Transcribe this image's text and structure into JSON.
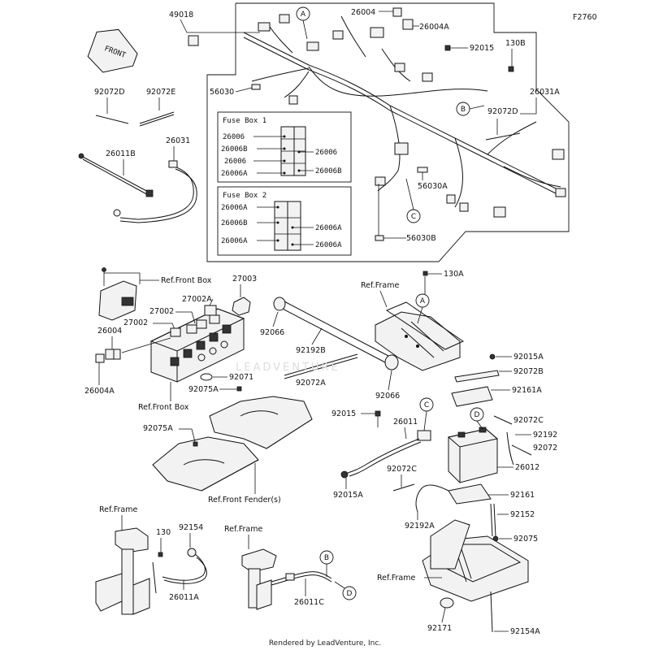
{
  "figure_code": "F2760",
  "front_label": "FRONT",
  "watermark": "LEADVENTURE",
  "footer": "Rendered by LeadVenture, Inc.",
  "fuse_box_1": {
    "title": "Fuse Box 1",
    "left_labels": [
      "26006",
      "26006B",
      "26006",
      "26006A"
    ],
    "right_labels": [
      "26006",
      "26006B"
    ]
  },
  "fuse_box_2": {
    "title": "Fuse Box 2",
    "left_labels": [
      "26006A",
      "26006B",
      "26006A"
    ],
    "right_labels": [
      "26006A",
      "26006A"
    ]
  },
  "callouts": {
    "A": "A",
    "B": "B",
    "C": "C",
    "D": "D"
  },
  "part_labels": {
    "p49018": "49018",
    "p26004_top": "26004",
    "p26004A_top": "26004A",
    "p92015_top": "92015",
    "p130B": "130B",
    "p26031A": "26031A",
    "p56030": "56030",
    "p92072D_l": "92072D",
    "p92072E": "92072E",
    "p26031": "26031",
    "p26011B": "26011B",
    "p92072D_r": "92072D",
    "p56030A": "56030A",
    "p56030B": "56030B",
    "p27003": "27003",
    "p27002A": "27002A",
    "p27002_a": "27002",
    "p27002_b": "27002",
    "p26004": "26004",
    "p26004A": "26004A",
    "p92071": "92071",
    "p92075A_a": "92075A",
    "p92075A_b": "92075A",
    "p92066_a": "92066",
    "p92192B": "92192B",
    "p92072A": "92072A",
    "p92066_b": "92066",
    "p130A": "130A",
    "p92015A": "92015A",
    "p92072B": "92072B",
    "p92161A": "92161A",
    "p92072C_r": "92072C",
    "p92192": "92192",
    "p92072": "92072",
    "p26012": "26012",
    "p92015": "92015",
    "p26011": "26011",
    "p92072C": "92072C",
    "p92015A_b": "92015A",
    "p92192A": "92192A",
    "p92161": "92161",
    "p92152": "92152",
    "p92075": "92075",
    "p130": "130",
    "p92154": "92154",
    "p26011A": "26011A",
    "p26011C": "26011C",
    "p92171": "92171",
    "p92154A": "92154A"
  },
  "ref_labels": {
    "ref_front_box_top": "Ref.Front Box",
    "ref_front_box_bottom": "Ref.Front Box",
    "ref_frame_top": "Ref.Frame",
    "ref_front_fenders": "Ref.Front Fender(s)",
    "ref_frame_left": "Ref.Frame",
    "ref_frame_mid": "Ref.Frame",
    "ref_frame_right": "Ref.Frame"
  }
}
